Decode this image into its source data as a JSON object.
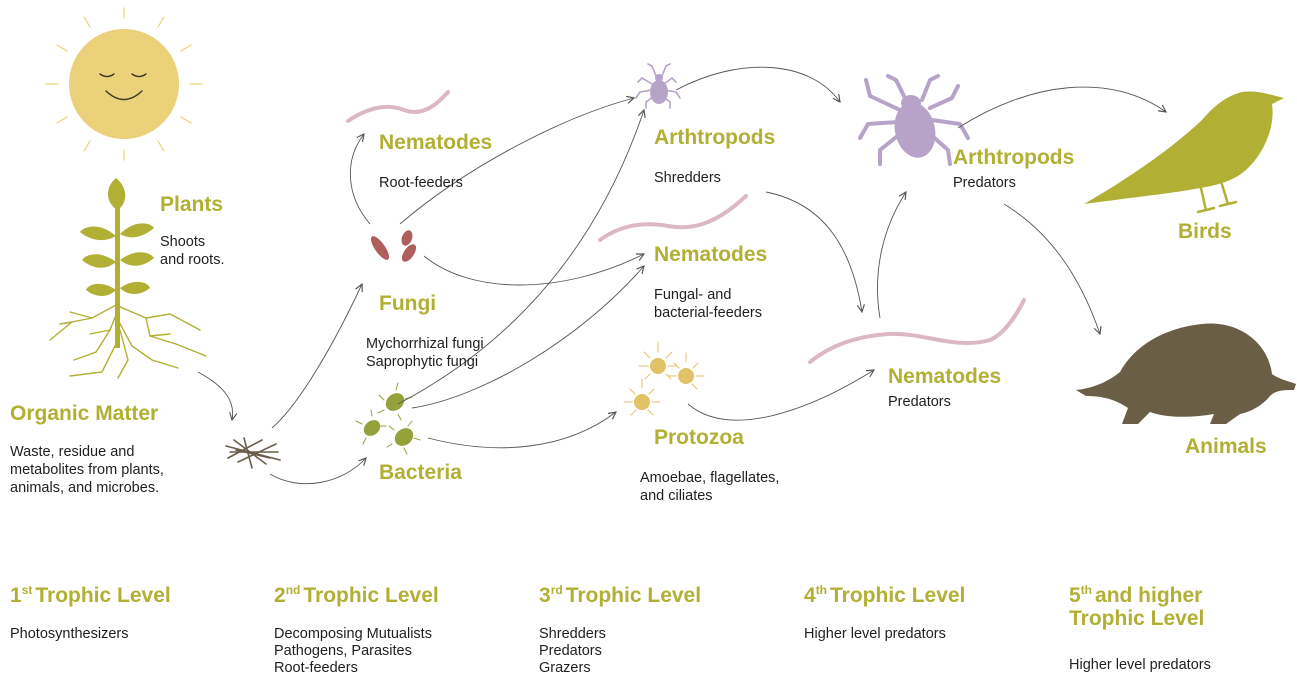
{
  "colors": {
    "accent": "#b1b034",
    "sun": "#ead17a",
    "plant": "#b1b034",
    "bacteria": "#95a13a",
    "fungi_spots": "#b05d5d",
    "nematode": "#dcb8c6",
    "arthropod": "#b7a3c8",
    "protozoa": "#e2c266",
    "animal": "#6b5e46",
    "matter": "#6b5e4a",
    "arrow": "#555555"
  },
  "organisms": {
    "plants": {
      "title": "Plants",
      "desc": "Shoots\nand roots."
    },
    "organic_matter": {
      "title": "Organic Matter",
      "desc": "Waste, residue and\nmetabolites from plants,\nanimals, and microbes."
    },
    "nematodes_root": {
      "title": "Nematodes",
      "desc": "Root-feeders"
    },
    "fungi": {
      "title": "Fungi",
      "desc": "Mychorrhizal fungi\nSaprophytic fungi"
    },
    "bacteria": {
      "title": "Bacteria"
    },
    "arthropods_shredders": {
      "title": "Arthtropods",
      "desc": "Shredders"
    },
    "nematodes_fungal": {
      "title": "Nematodes",
      "desc": "Fungal- and\nbacterial-feeders"
    },
    "protozoa": {
      "title": "Protozoa",
      "desc": "Amoebae, flagellates,\nand ciliates"
    },
    "arthropods_predators": {
      "title": "Arthtropods",
      "desc": "Predators"
    },
    "nematodes_predators": {
      "title": "Nematodes",
      "desc": "Predators"
    },
    "birds": {
      "title": "Birds"
    },
    "animals": {
      "title": "Animals"
    }
  },
  "trophic_levels": [
    {
      "ordinal": "1",
      "suffix": "st",
      "title": "Trophic Level",
      "desc": "Photosynthesizers"
    },
    {
      "ordinal": "2",
      "suffix": "nd",
      "title": "Trophic Level",
      "desc": "Decomposing Mutualists\nPathogens, Parasites\nRoot-feeders"
    },
    {
      "ordinal": "3",
      "suffix": "rd",
      "title": "Trophic Level",
      "desc": "Shredders\nPredators\nGrazers"
    },
    {
      "ordinal": "4",
      "suffix": "th",
      "title": "Trophic Level",
      "desc": "Higher level predators"
    },
    {
      "ordinal": "5",
      "suffix": "th",
      "title": "and higher",
      "title2": "Trophic Level",
      "desc": "Higher level predators"
    }
  ]
}
